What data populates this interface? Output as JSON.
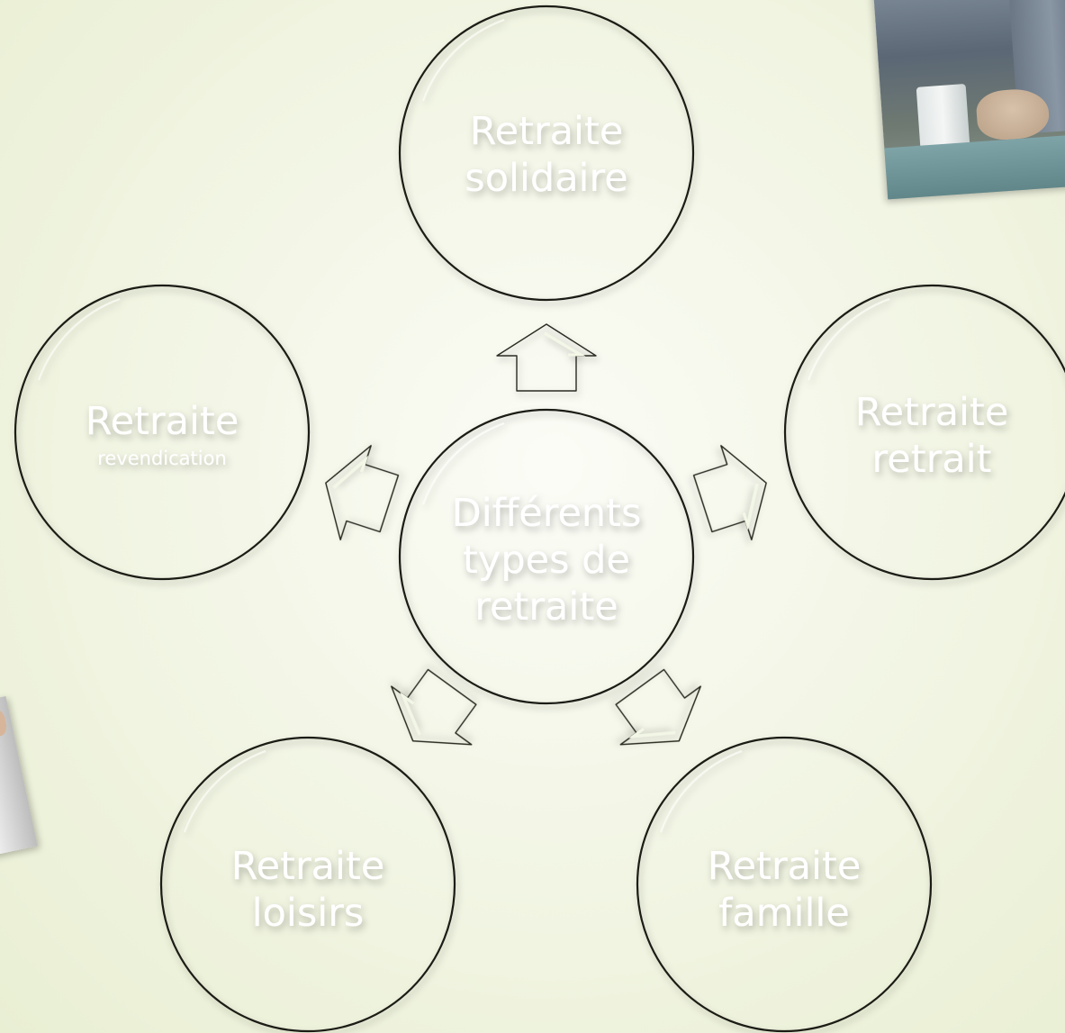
{
  "diagram": {
    "center": {
      "lines": [
        "Différents",
        "types de",
        "retraite"
      ]
    },
    "nodes": [
      {
        "id": "solidaire",
        "title": "Retraite",
        "subtitle": "solidaire",
        "subtitle_style": "large"
      },
      {
        "id": "retrait",
        "title": "Retraite",
        "subtitle": "retrait",
        "subtitle_style": "large"
      },
      {
        "id": "famille",
        "title": "Retraite",
        "subtitle": "famille",
        "subtitle_style": "large"
      },
      {
        "id": "loisirs",
        "title": "Retraite",
        "subtitle": "loisirs",
        "subtitle_style": "large"
      },
      {
        "id": "revendication",
        "title": "Retraite",
        "subtitle": "revendication",
        "subtitle_style": "small"
      }
    ]
  },
  "colors": {
    "node_dark": "#93aa5c",
    "node_mid": "#a5b873",
    "node_light": "#b1c08c",
    "arrow_dark": "#9fb56a",
    "arrow_light": "#c9d4ae",
    "text": "#ffffff"
  }
}
